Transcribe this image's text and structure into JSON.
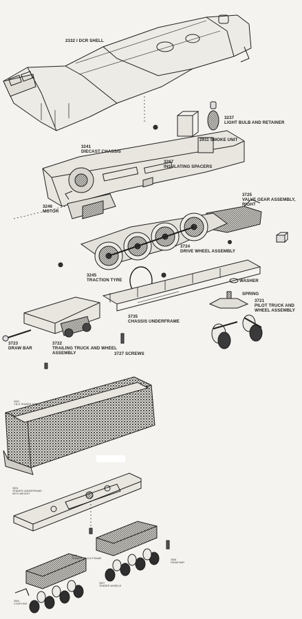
{
  "labels": {
    "die_cast_shell": "2332 I DCR SHELL",
    "light_bulb": "3237\nLIGHT BULB AND RETAINER",
    "smoke_unit": "2911 SMOKE UNIT",
    "diecast_chassis": "3241\nDIECAST CHASSIS",
    "insulating_spacers": "3267\nINSULATING SPACERS",
    "valve_gear": "3725\nVALVE GEAR ASSEMBLY,\nRIGHT",
    "motor": "3246\nMOTOR",
    "drive_wheel": "3724\nDRIVE WHEEL ASSEMBLY",
    "traction_tyre": "3245\nTRACTION TYRE",
    "washer": "WASHER",
    "spring": "SPRING",
    "pilot_truck": "3721\nPILOT TRUCK AND\nWHEEL ASSEMBLY",
    "chassis_underframe": "3735\nCHASSIS UNDERFRAME",
    "draw_bar": "3723\nDRAW BAR",
    "trailing_truck": "3722\nTRAILING TRUCK AND WHEEL\nASSEMBLY",
    "screws": "3727 SCREWS",
    "tender_shell": "3902\nT.B.S TENDER SHELL",
    "tender_underframe": "3903\nTENDER UNDERFRAME\nWITH WEIGHT",
    "tender_truck_frame": "3905\nTENDER TRUCK FRAME",
    "coupling": "3904\nCOUPLING",
    "draw_bar_small": "3906\nDRAW BAR",
    "tender_wheels": "3907\nTENDER WHEELS"
  },
  "colors": {
    "ink": "#1e1e1e",
    "paper": "#f4f3ef",
    "shade": "#5a5a5a"
  }
}
